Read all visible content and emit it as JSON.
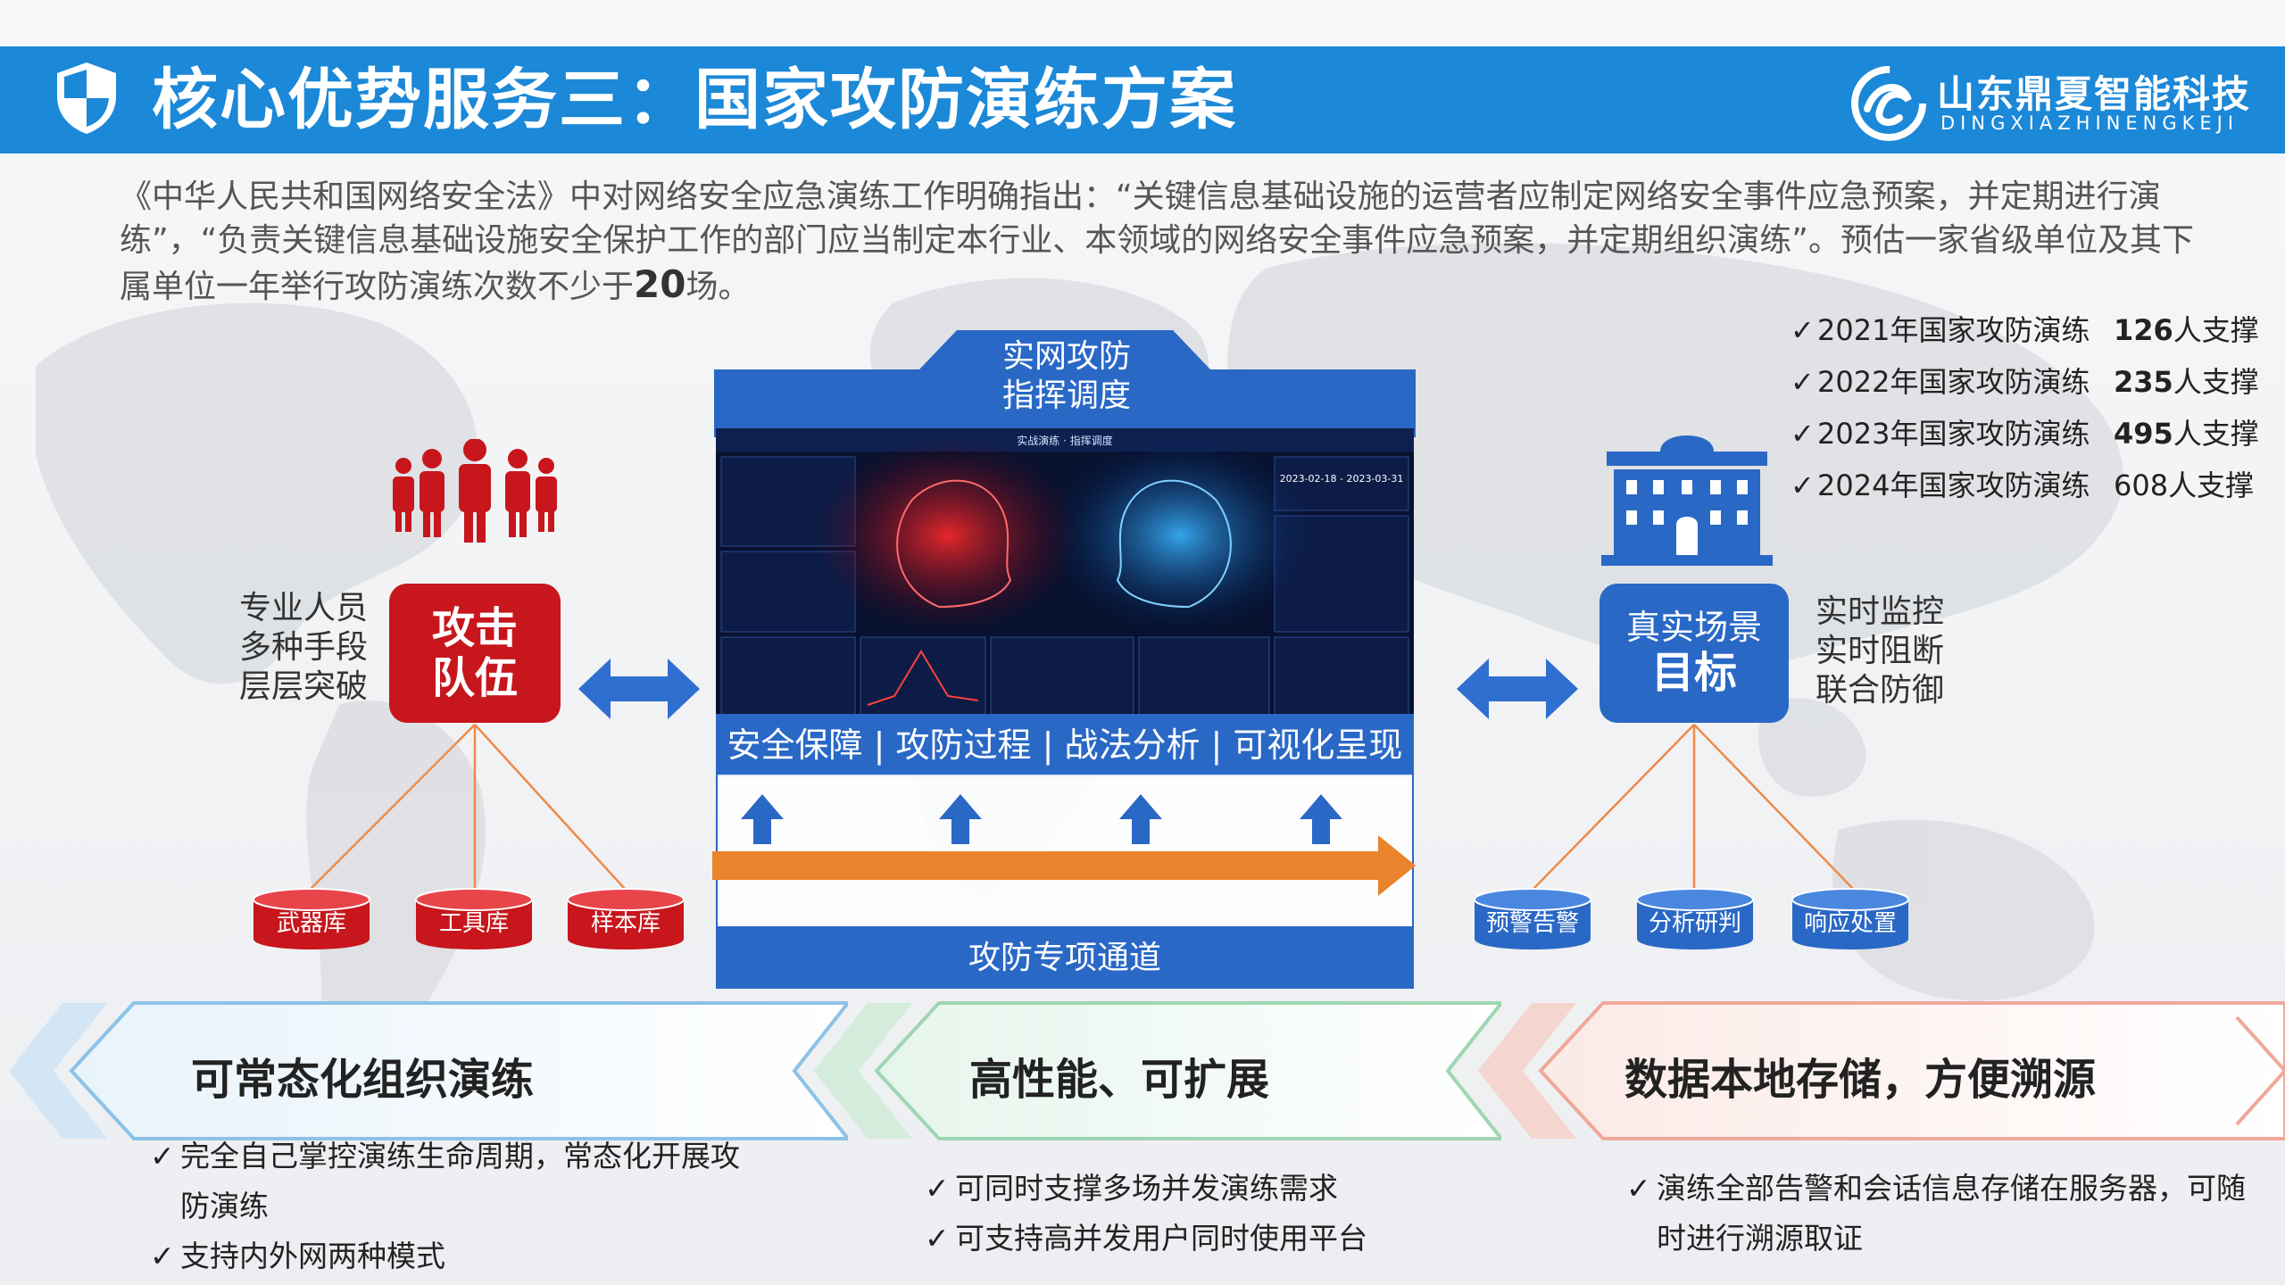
{
  "header": {
    "title": "核心优势服务三：国家攻防演练方案",
    "logo_name": "山东鼎夏智能科技",
    "logo_subtitle": "DINGXIAZHINENGKEJI"
  },
  "intro": {
    "text": "《中华人民共和国网络安全法》中对网络安全应急演练工作明确指出：“关键信息基础设施的运营者应制定网络安全事件应急预案，并定期进行演练”，“负责关键信息基础设施安全保护工作的部门应当制定本行业、本领域的网络安全事件应急预案，并定期组织演练”。预估一家省级单位及其下属单位一年举行攻防演练次数不少于",
    "highlight": "20",
    "suffix": "场。"
  },
  "stats": [
    {
      "label": "2021年国家攻防演练",
      "value": "126",
      "unit": "人支撑"
    },
    {
      "label": "2022年国家攻防演练",
      "value": "235",
      "unit": "人支撑"
    },
    {
      "label": "2023年国家攻防演练",
      "value": "495",
      "unit": "人支撑"
    },
    {
      "label": "2024年国家攻防演练",
      "value": "608",
      "unit": "人支撑"
    }
  ],
  "check_mark": "✓",
  "center": {
    "tab_line1": "实网攻防",
    "tab_line2": "指挥调度",
    "capabilities": "安全保障 | 攻防过程 | 战法分析 | 可视化呈现",
    "channel": "攻防专项通道"
  },
  "attack": {
    "line1": "攻击",
    "line2": "队伍",
    "skills": [
      "专业人员",
      "多种手段",
      "层层突破"
    ],
    "stores": [
      "武器库",
      "工具库",
      "样本库"
    ]
  },
  "target": {
    "line1": "真实场景",
    "line2": "目标",
    "defense": [
      "实时监控",
      "实时阻断",
      "联合防御"
    ],
    "stores": [
      "预警告警",
      "分析研判",
      "响应处置"
    ]
  },
  "features": [
    {
      "title": "可常态化组织演练",
      "items": [
        "完全自己掌控演练生命周期，常态化开展攻",
        "防演练",
        "支持内外网两种模式"
      ]
    },
    {
      "title": "高性能、可扩展",
      "items": [
        "可同时支撑多场并发演练需求",
        "可支持高并发用户同时使用平台"
      ]
    },
    {
      "title": "数据本地存储，方便溯源",
      "items": [
        "演练全部告警和会话信息存储在服务器，可随",
        "时进行溯源取证"
      ]
    }
  ],
  "colors": {
    "header_blue": "#1b88d8",
    "attack_red": "#c7161c",
    "target_blue": "#2a68c6",
    "flow_orange": "#e9832c",
    "line_orange": "#ee8a46"
  },
  "icons": {
    "header": "shield-icon",
    "attack": "people-group-icon",
    "target": "building-icon"
  },
  "dashboard": {
    "title": "实战演练 · 指挥调度",
    "date_range": "2023-02-18 - 2023-03-31"
  }
}
